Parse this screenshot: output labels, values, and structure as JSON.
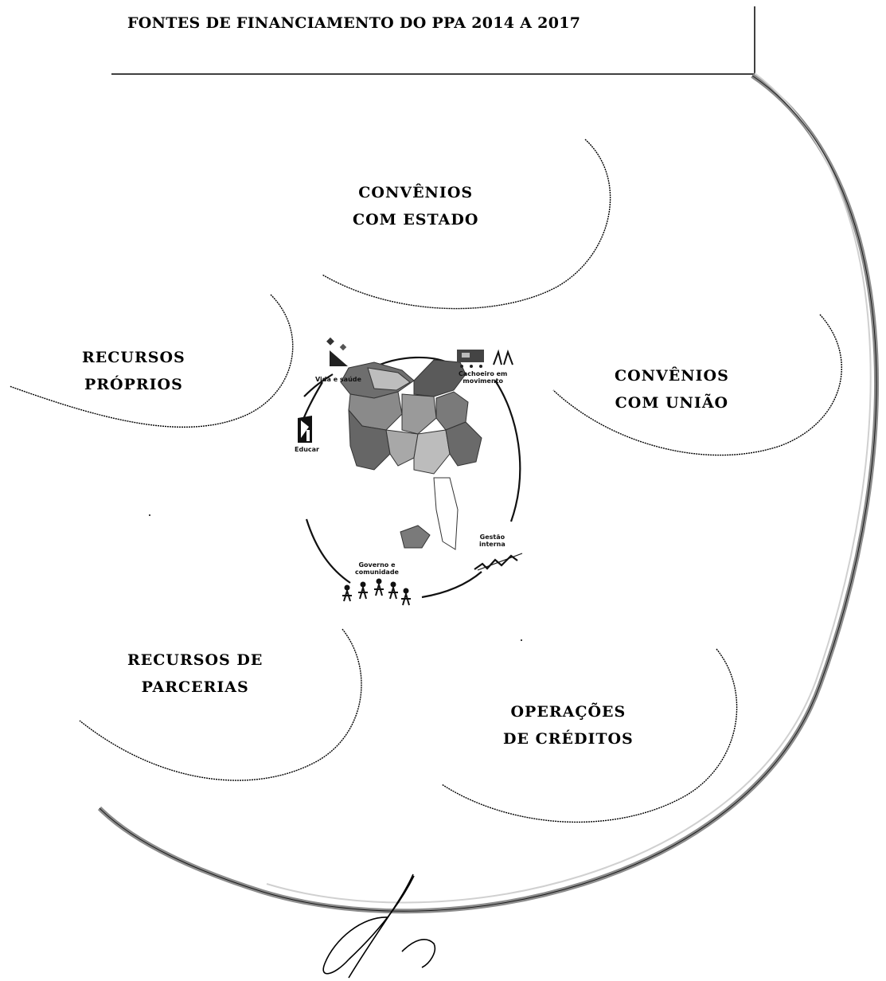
{
  "title": "FONTES DE FINANCIAMENTO DO PPA 2014 A 2017",
  "sources": [
    {
      "line1": "CONVÊNIOS",
      "line2": "COM ESTADO"
    },
    {
      "line1": "RECURSOS",
      "line2": "PRÓPRIOS"
    },
    {
      "line1": "CONVÊNIOS",
      "line2": "COM UNIÃO"
    },
    {
      "line1": "RECURSOS DE",
      "line2": "PARCERIAS"
    },
    {
      "line1": "OPERAÇÕES",
      "line2": "DE CRÉDITOS"
    }
  ],
  "center_logo": {
    "axes": [
      {
        "line1": "Vida e saúde",
        "line2": ""
      },
      {
        "line1": "Cachoeiro em",
        "line2": "movimento"
      },
      {
        "line1": "Educar",
        "line2": ""
      },
      {
        "line1": "Gestão",
        "line2": "interna"
      },
      {
        "line1": "Governo e",
        "line2": "comunidade"
      }
    ]
  },
  "colors": {
    "ink": "#000000",
    "arc_gray": "#8c8c8c",
    "map_dark": "#6e6e6e",
    "map_light": "#bdbdbd"
  }
}
